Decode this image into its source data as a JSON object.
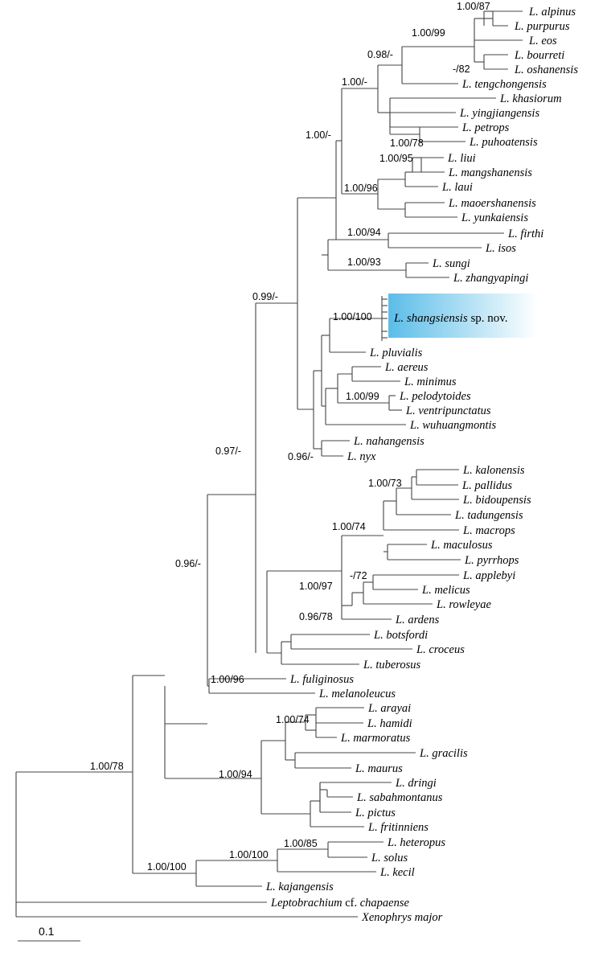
{
  "tips": [
    {
      "id": "alpinus",
      "sp": "L. alpinus"
    },
    {
      "id": "purpurus",
      "sp": "L. purpurus"
    },
    {
      "id": "eos",
      "sp": "L. eos"
    },
    {
      "id": "bourreti",
      "sp": "L. bourreti"
    },
    {
      "id": "oshanensis",
      "sp": "L. oshanensis"
    },
    {
      "id": "tengchongensis",
      "sp": "L. tengchongensis"
    },
    {
      "id": "khasiorum",
      "sp": "L. khasiorum"
    },
    {
      "id": "yingjiangensis",
      "sp": "L. yingjiangensis"
    },
    {
      "id": "petrops",
      "sp": "L. petrops"
    },
    {
      "id": "puhoatensis",
      "sp": "L. puhoatensis"
    },
    {
      "id": "liui",
      "sp": "L. liui"
    },
    {
      "id": "mangshanensis",
      "sp": "L. mangshanensis"
    },
    {
      "id": "laui",
      "sp": "L. laui"
    },
    {
      "id": "maoershanensis",
      "sp": "L. maoershanensis"
    },
    {
      "id": "yunkaiensis",
      "sp": "L. yunkaiensis"
    },
    {
      "id": "firthi",
      "sp": "L. firthi"
    },
    {
      "id": "isos",
      "sp": "L. isos"
    },
    {
      "id": "sungi",
      "sp": "L. sungi"
    },
    {
      "id": "zhangyapingi",
      "sp": "L. zhangyapingi"
    },
    {
      "id": "pluvialis",
      "sp": "L. pluvialis"
    },
    {
      "id": "aereus",
      "sp": "L. aereus"
    },
    {
      "id": "minimus",
      "sp": "L. minimus"
    },
    {
      "id": "pelodytoides",
      "sp": "L. pelodytoides"
    },
    {
      "id": "ventripunctatus",
      "sp": "L. ventripunctatus"
    },
    {
      "id": "wuhuangmontis",
      "sp": "L. wuhuangmontis"
    },
    {
      "id": "nahangensis",
      "sp": "L. nahangensis"
    },
    {
      "id": "nyx",
      "sp": "L. nyx"
    },
    {
      "id": "kalonensis",
      "sp": "L. kalonensis"
    },
    {
      "id": "pallidus",
      "sp": "L. pallidus"
    },
    {
      "id": "bidoupensis",
      "sp": "L. bidoupensis"
    },
    {
      "id": "tadungensis",
      "sp": "L. tadungensis"
    },
    {
      "id": "macrops",
      "sp": "L. macrops"
    },
    {
      "id": "maculosus",
      "sp": "L. maculosus"
    },
    {
      "id": "pyrrhops",
      "sp": "L. pyrrhops"
    },
    {
      "id": "applebyi",
      "sp": "L. applebyi"
    },
    {
      "id": "melicus",
      "sp": "L. melicus"
    },
    {
      "id": "rowleyae",
      "sp": "L. rowleyae"
    },
    {
      "id": "ardens",
      "sp": "L. ardens"
    },
    {
      "id": "botsfordi",
      "sp": "L. botsfordi"
    },
    {
      "id": "croceus",
      "sp": "L. croceus"
    },
    {
      "id": "tuberosus",
      "sp": "L. tuberosus"
    },
    {
      "id": "fuliginosus",
      "sp": "L. fuliginosus"
    },
    {
      "id": "melanoleucus",
      "sp": "L. melanoleucus"
    },
    {
      "id": "arayai",
      "sp": "L. arayai"
    },
    {
      "id": "hamidi",
      "sp": "L. hamidi"
    },
    {
      "id": "marmoratus",
      "sp": "L. marmoratus"
    },
    {
      "id": "gracilis",
      "sp": "L. gracilis"
    },
    {
      "id": "maurus",
      "sp": "L. maurus"
    },
    {
      "id": "dringi",
      "sp": "L. dringi"
    },
    {
      "id": "sabahmontanus",
      "sp": "L. sabahmontanus"
    },
    {
      "id": "pictus",
      "sp": "L. pictus"
    },
    {
      "id": "fritinniens",
      "sp": "L. fritinniens"
    },
    {
      "id": "heteropus",
      "sp": "L. heteropus"
    },
    {
      "id": "solus",
      "sp": "L. solus"
    },
    {
      "id": "kecil",
      "sp": "L. kecil"
    },
    {
      "id": "kajangensis",
      "sp": "L. kajangensis"
    },
    {
      "id": "chapaense",
      "sp": "Leptobrachium",
      "rest": " cf. ",
      "sp2": "chapaense"
    },
    {
      "id": "major",
      "sp": "Xenophrys major"
    }
  ],
  "highlight": {
    "sp": "L. shangsiensis",
    "rest": " sp. nov.",
    "color": "#5bbde8"
  },
  "supports": {
    "n_alp_pur": "1.00/87",
    "n_alp_bou": "1.00/99",
    "n_bou_osh": "-/82",
    "n_alp_ten": "0.98/-",
    "n_top": "1.00/-",
    "n_pet_puh": "1.00/78",
    "n_core": "1.00/-",
    "n_liu_man": "1.00/95",
    "n_liu_yun": "1.00/96",
    "n_fir_iso": "1.00/94",
    "n_sun_zha": "1.00/93",
    "n_big": "0.99/-",
    "n_shang": "1.00/100",
    "n_pel_ven": "1.00/99",
    "n_nah_nyx": "0.96/-",
    "n_097": "0.97/-",
    "n_kal_pal": "1.00/73",
    "n_kal_pyr": "1.00/74",
    "n_app_mel": "-/72",
    "n_app_ard": "0.96/78",
    "n_kal_ard": "1.00/97",
    "n_096": "0.96/-",
    "n_ful_mel": "1.00/96",
    "n_ara_mar": "1.00/74",
    "n_bor": "1.00/94",
    "n_ingroup": "1.00/78",
    "n_het_sol": "1.00/85",
    "n_het_kec": "1.00/100",
    "n_kaj": "1.00/100"
  },
  "scale": {
    "label": "0.1"
  }
}
